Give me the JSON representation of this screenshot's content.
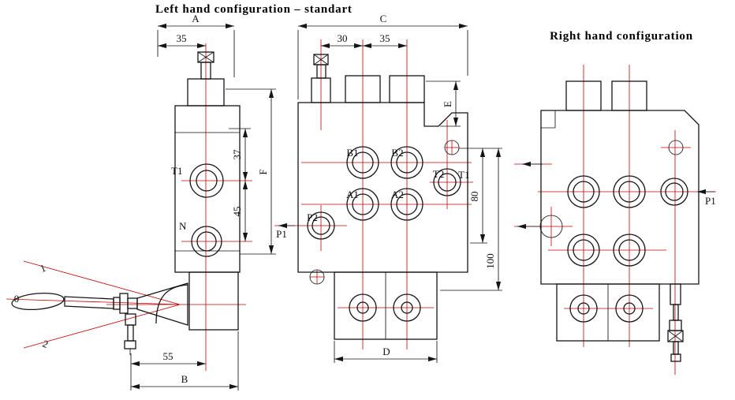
{
  "titles": {
    "left_config": "Left hand configuration – standart",
    "right_config": "Right hand configuration"
  },
  "left_view": {
    "dims": {
      "a": "A",
      "w35": "35",
      "h37": "37",
      "h45": "45",
      "f": "F",
      "w55": "55",
      "b": "B"
    },
    "ports": {
      "t1": "T1",
      "n": "N"
    },
    "lever": {
      "pos1": "1",
      "pos0": "0",
      "pos2": "2"
    }
  },
  "middle_view": {
    "dims": {
      "c": "C",
      "w30": "30",
      "w35": "35",
      "e": "E",
      "h80": "80",
      "h100": "100",
      "d": "D"
    },
    "ports": {
      "b1": "B1",
      "b2": "B2",
      "a1": "A1",
      "a2": "A2",
      "t2": "T2",
      "t1": "T1",
      "p2": "P2",
      "p1": "P1"
    }
  },
  "right_view": {
    "ports": {
      "p1": "P1"
    }
  },
  "colors": {
    "line": "#151515",
    "centerline": "#c40000",
    "background": "#ffffff"
  }
}
